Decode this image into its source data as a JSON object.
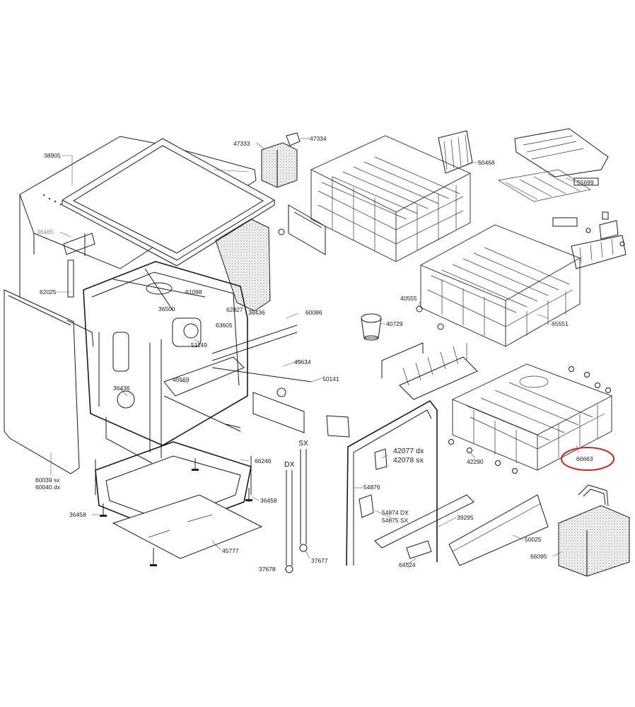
{
  "labels": {
    "l38905": "38905",
    "l36465": "36465",
    "l62025": "62025",
    "l60039": "60039 sx",
    "l60040": "60040 dx",
    "l36458a": "36458",
    "l36458b": "36458",
    "l47333": "47333",
    "l47334": "47334",
    "l50468": "50468",
    "l55699": "55699",
    "l61098": "61098",
    "l36500": "36500",
    "l62827": "62827",
    "l36436a": "36436",
    "l36436b": "36436",
    "l60086": "60086",
    "l63605": "63605",
    "l51149": "51149",
    "l49634": "49634",
    "l50141": "50141",
    "l40569": "40569",
    "l40555": "40555",
    "l40729": "40729",
    "l65551": "65551",
    "l66246": "66246",
    "l45777": "45777",
    "l37678": "37678",
    "l37677": "37677",
    "lDX": "DX",
    "lSX": "SX",
    "l42077": "42077 dx",
    "l42078": "42078 sx",
    "l54876": "54876",
    "l54874": "54874 DX",
    "l54875": "54875 SX",
    "l39295": "39295",
    "l64524": "64524",
    "l50025": "50025",
    "l42290": "42290",
    "l66663": "66663",
    "l66095": "66095"
  },
  "colors": {
    "highlight": "#c62828",
    "ink": "#1a1a1a",
    "grey_label": "#8a8a8a"
  },
  "highlighted_part": "66663"
}
